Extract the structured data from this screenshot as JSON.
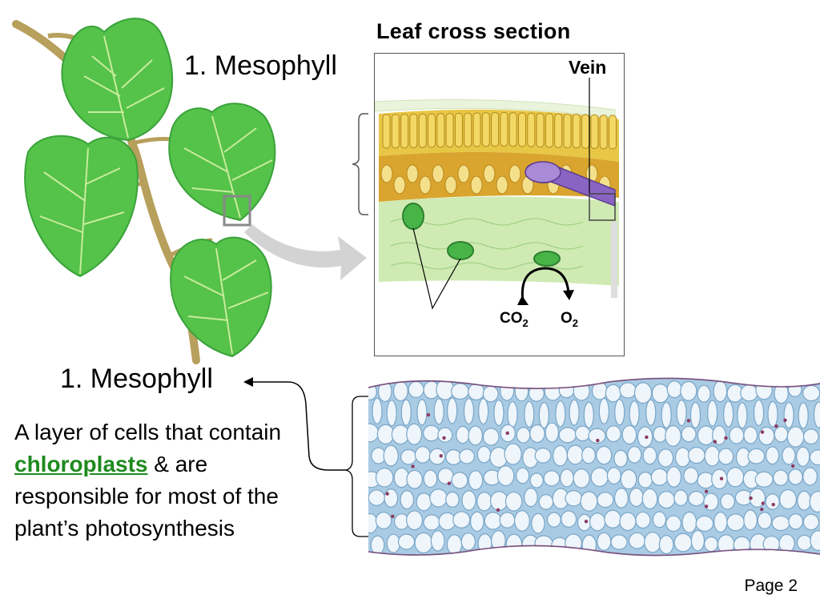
{
  "slide": {
    "heading_top": "1. Mesophyll",
    "heading_bottom": "1. Mesophyll",
    "description_before": "A layer of cells that contain ",
    "description_highlight": "chloroplasts",
    "description_after": " & are responsible for most of the plant’s photosynthesis",
    "page_number": "Page 2"
  },
  "diagram": {
    "title": "Leaf cross section",
    "vein_label": "Vein",
    "gas_in_main": "CO",
    "gas_in_sub": "2",
    "gas_out_main": "O",
    "gas_out_sub": "2"
  },
  "colors": {
    "leaf_green": "#55c24a",
    "leaf_dark": "#2e8f2e",
    "highlight_green": "#1f8a1f",
    "vein_purple": "#8a64c2",
    "palisade_yellow": "#e8c646",
    "micrograph_blue": "#9cc4e0"
  }
}
